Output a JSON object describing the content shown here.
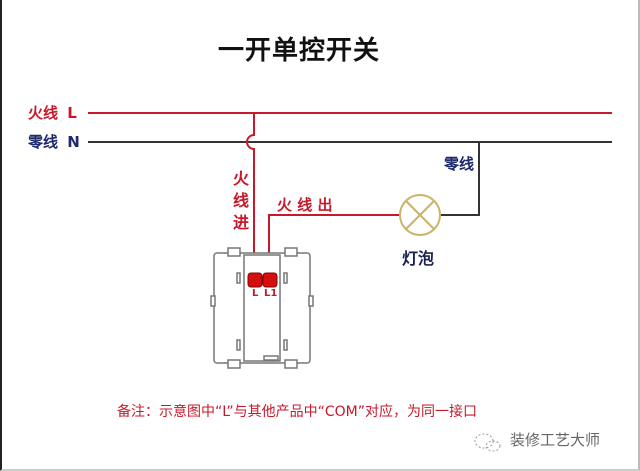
{
  "title": "一开单控开关",
  "lines": {
    "live": {
      "label": "火线",
      "code": "L",
      "color": "#c8192b"
    },
    "neutral": {
      "label": "零线",
      "code": "N",
      "color": "#1e2a6e"
    }
  },
  "labels": {
    "live_in": [
      "火",
      "线",
      "进"
    ],
    "live_out": "火 线 出",
    "neutral_to_lamp": "零线",
    "lamp": "灯泡"
  },
  "switch": {
    "terminals": [
      {
        "label": "L",
        "color": "#d10f0f"
      },
      {
        "label": "L1",
        "color": "#d10f0f"
      }
    ]
  },
  "note": "备注：示意图中“L”与其他产品中“COM”对应，为同一接口",
  "watermark": {
    "icon": "wechat-icon",
    "text": "装修工艺大师"
  },
  "colors": {
    "live": "#c8192b",
    "neutral": "#1e2a6e",
    "lamp": "#c8b46a"
  }
}
